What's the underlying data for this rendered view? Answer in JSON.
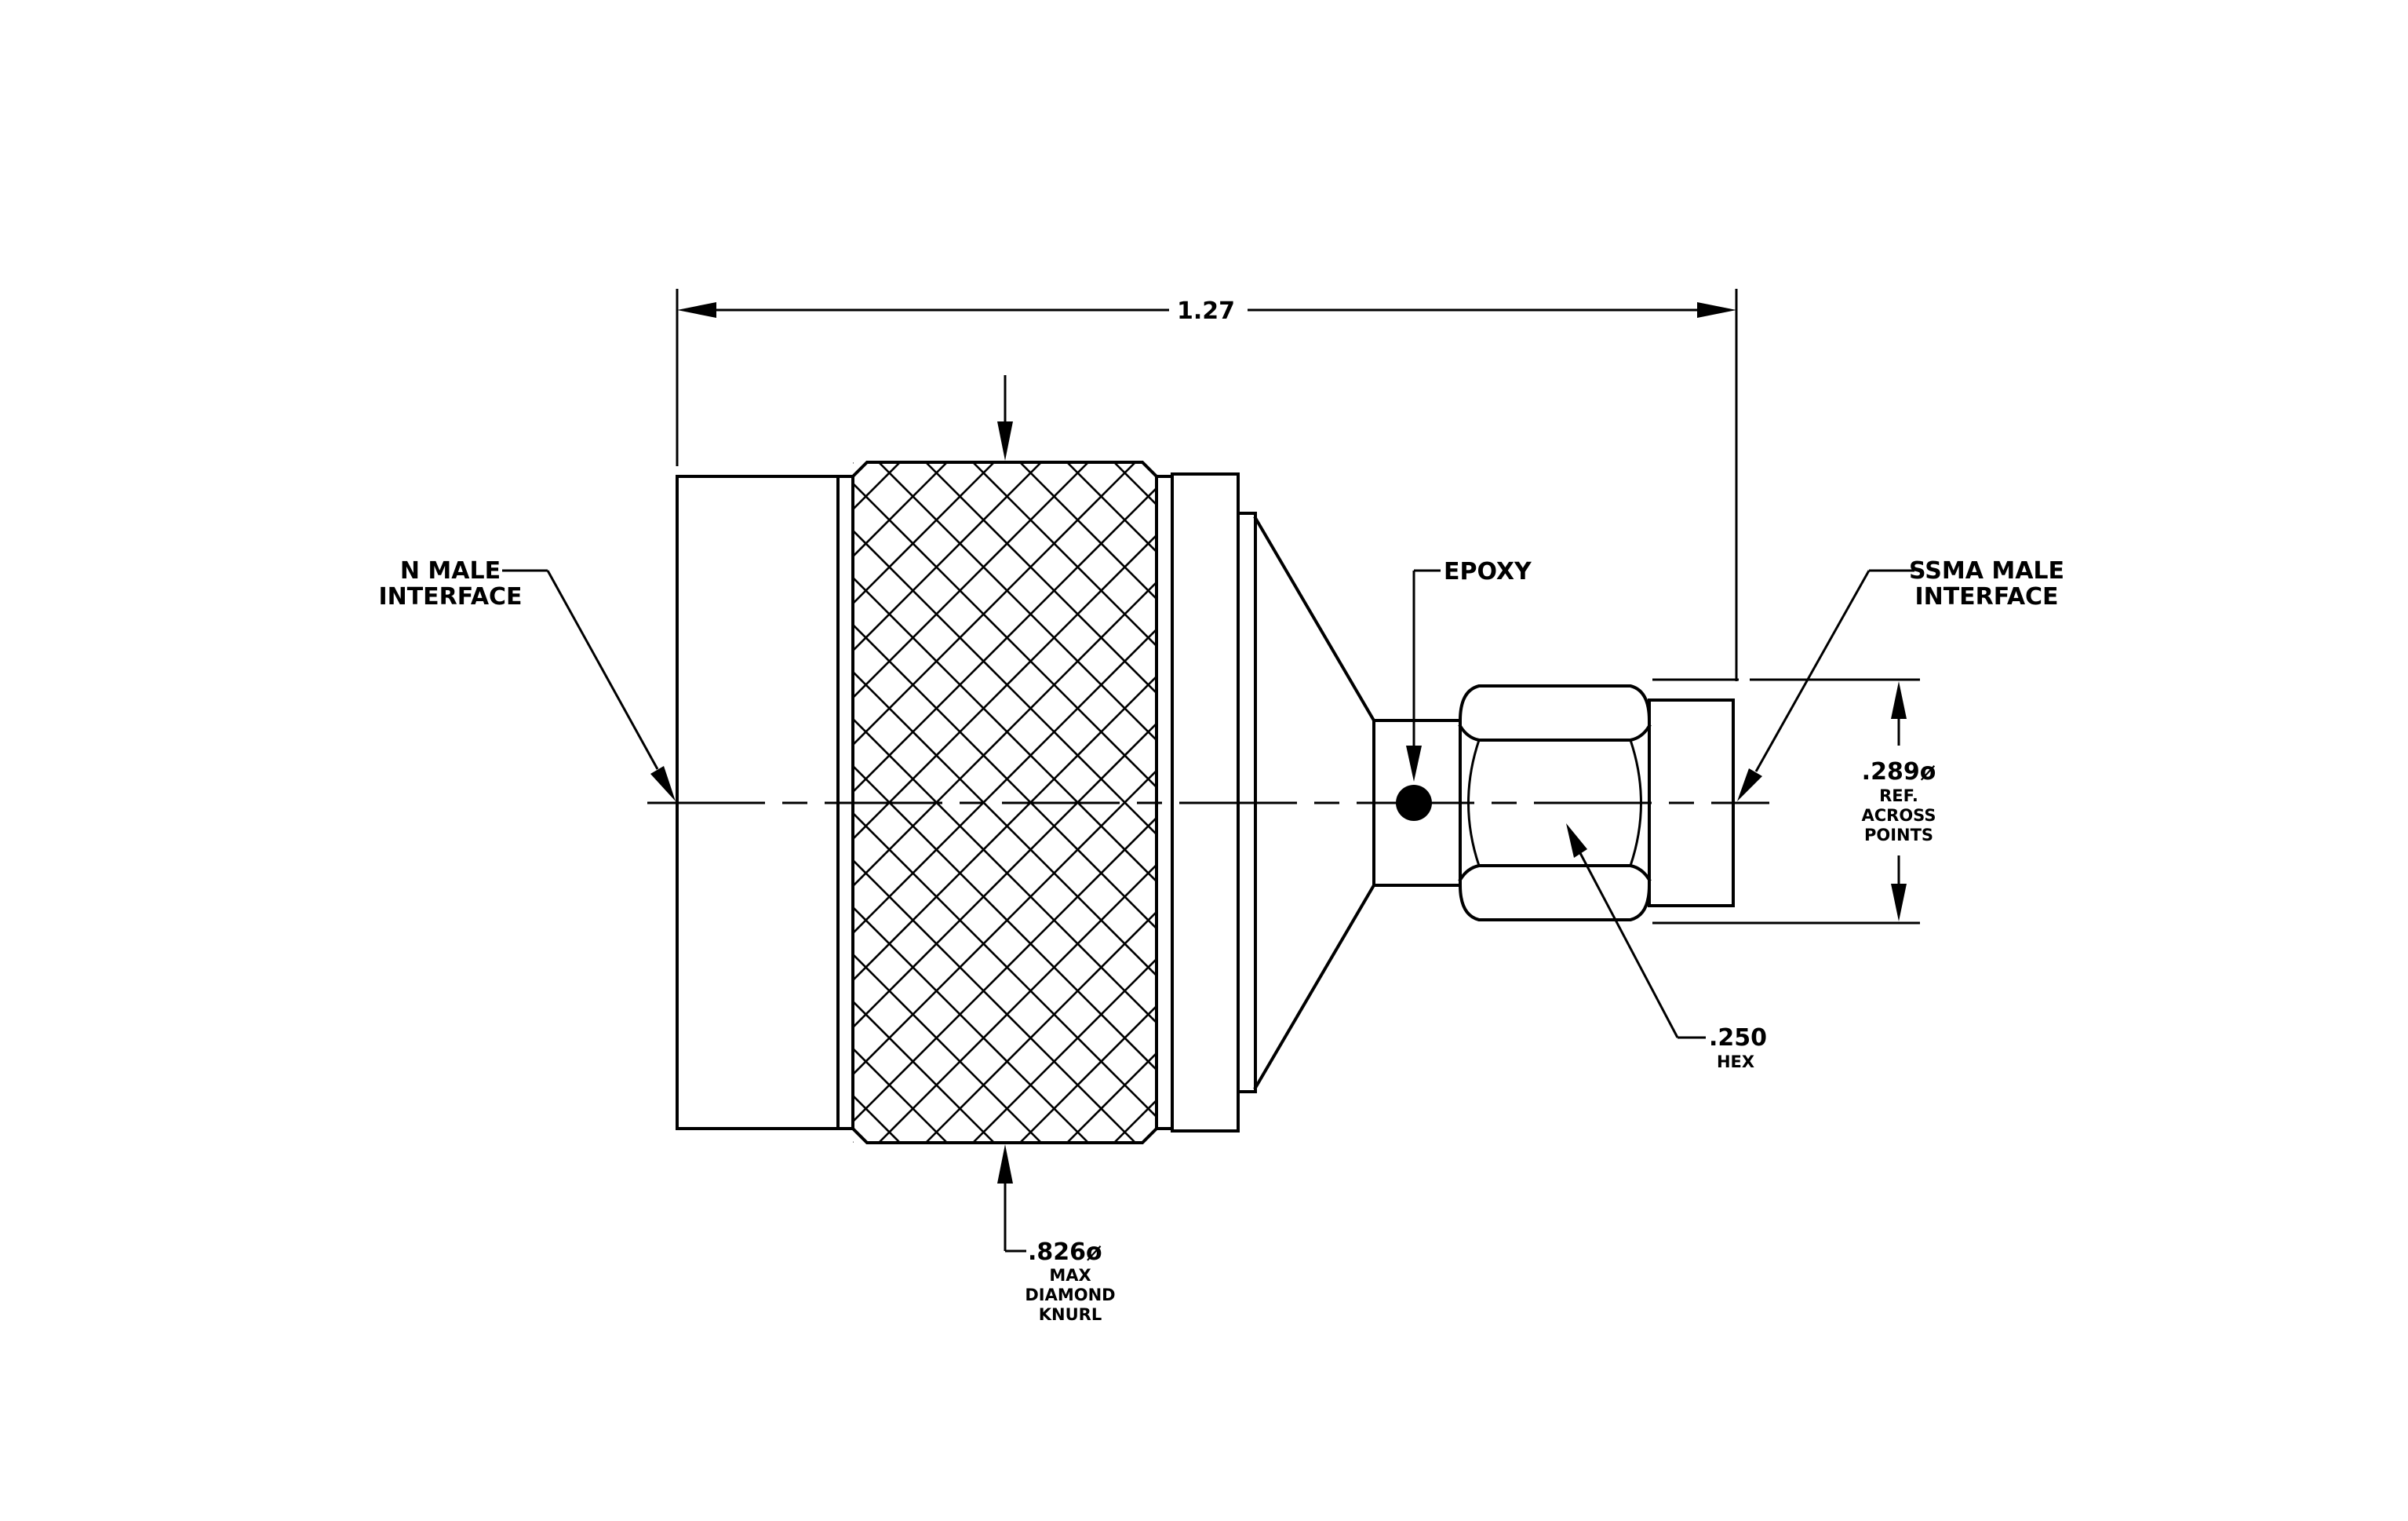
{
  "dimensions": {
    "overall_length": "1.27",
    "knurl_diameter": ".826ø",
    "knurl_note": [
      "MAX",
      "DIAMOND",
      "KNURL"
    ],
    "hex": ".250",
    "hex_note": "HEX",
    "across_points": ".289ø",
    "across_points_note": [
      "REF.",
      "ACROSS",
      "POINTS"
    ]
  },
  "callouts": {
    "n_male": [
      "N  MALE",
      "INTERFACE"
    ],
    "ssma_male": [
      "SSMA  MALE",
      "INTERFACE"
    ],
    "epoxy": "EPOXY"
  }
}
